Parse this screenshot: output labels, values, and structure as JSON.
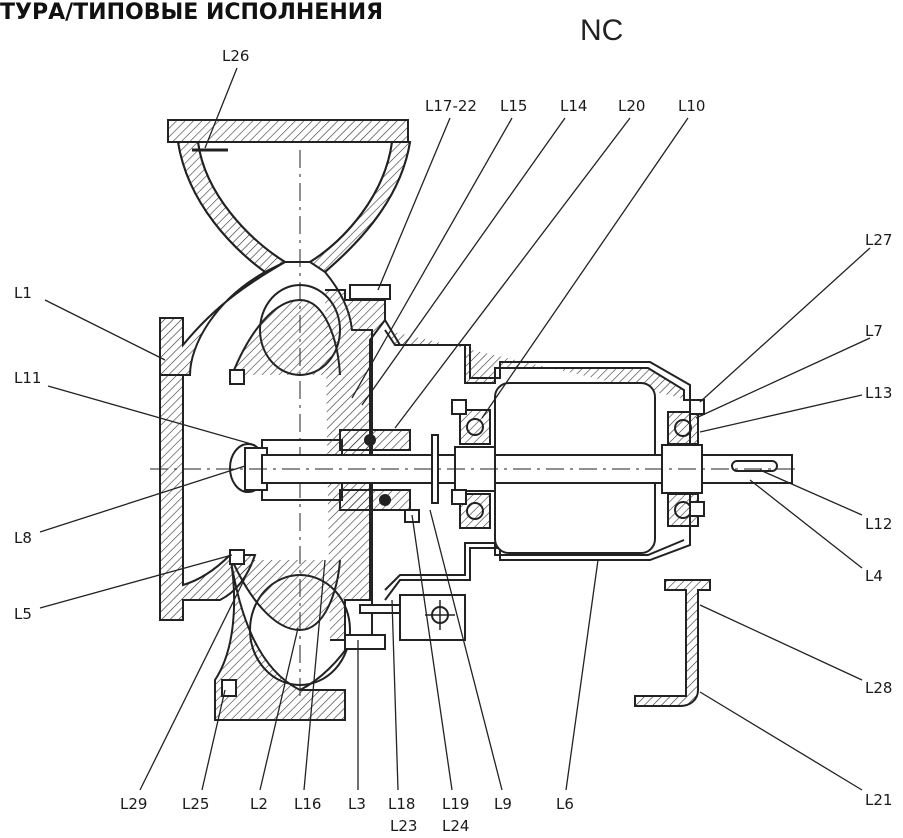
{
  "header": {
    "title": "ТУРА/ТИПОВЫЕ ИСПОЛНЕНИЯ",
    "model": "NC"
  },
  "labels": [
    {
      "id": "L26",
      "text": "L26"
    },
    {
      "id": "L17-22",
      "text": "L17-22"
    },
    {
      "id": "L15",
      "text": "L15"
    },
    {
      "id": "L14",
      "text": "L14"
    },
    {
      "id": "L20",
      "text": "L20"
    },
    {
      "id": "L10",
      "text": "L10"
    },
    {
      "id": "L27",
      "text": "L27"
    },
    {
      "id": "L1",
      "text": "L1"
    },
    {
      "id": "L7",
      "text": "L7"
    },
    {
      "id": "L11",
      "text": "L11"
    },
    {
      "id": "L13",
      "text": "L13"
    },
    {
      "id": "L12",
      "text": "L12"
    },
    {
      "id": "L8",
      "text": "L8"
    },
    {
      "id": "L4",
      "text": "L4"
    },
    {
      "id": "L5",
      "text": "L5"
    },
    {
      "id": "L28",
      "text": "L28"
    },
    {
      "id": "L21",
      "text": "L21"
    },
    {
      "id": "L29",
      "text": "L29"
    },
    {
      "id": "L25",
      "text": "L25"
    },
    {
      "id": "L2",
      "text": "L2"
    },
    {
      "id": "L16",
      "text": "L16"
    },
    {
      "id": "L3",
      "text": "L3"
    },
    {
      "id": "L18",
      "text": "L18"
    },
    {
      "id": "L19",
      "text": "L19"
    },
    {
      "id": "L9",
      "text": "L9"
    },
    {
      "id": "L6",
      "text": "L6"
    },
    {
      "id": "L23",
      "text": "L23"
    },
    {
      "id": "L24",
      "text": "L24"
    }
  ]
}
